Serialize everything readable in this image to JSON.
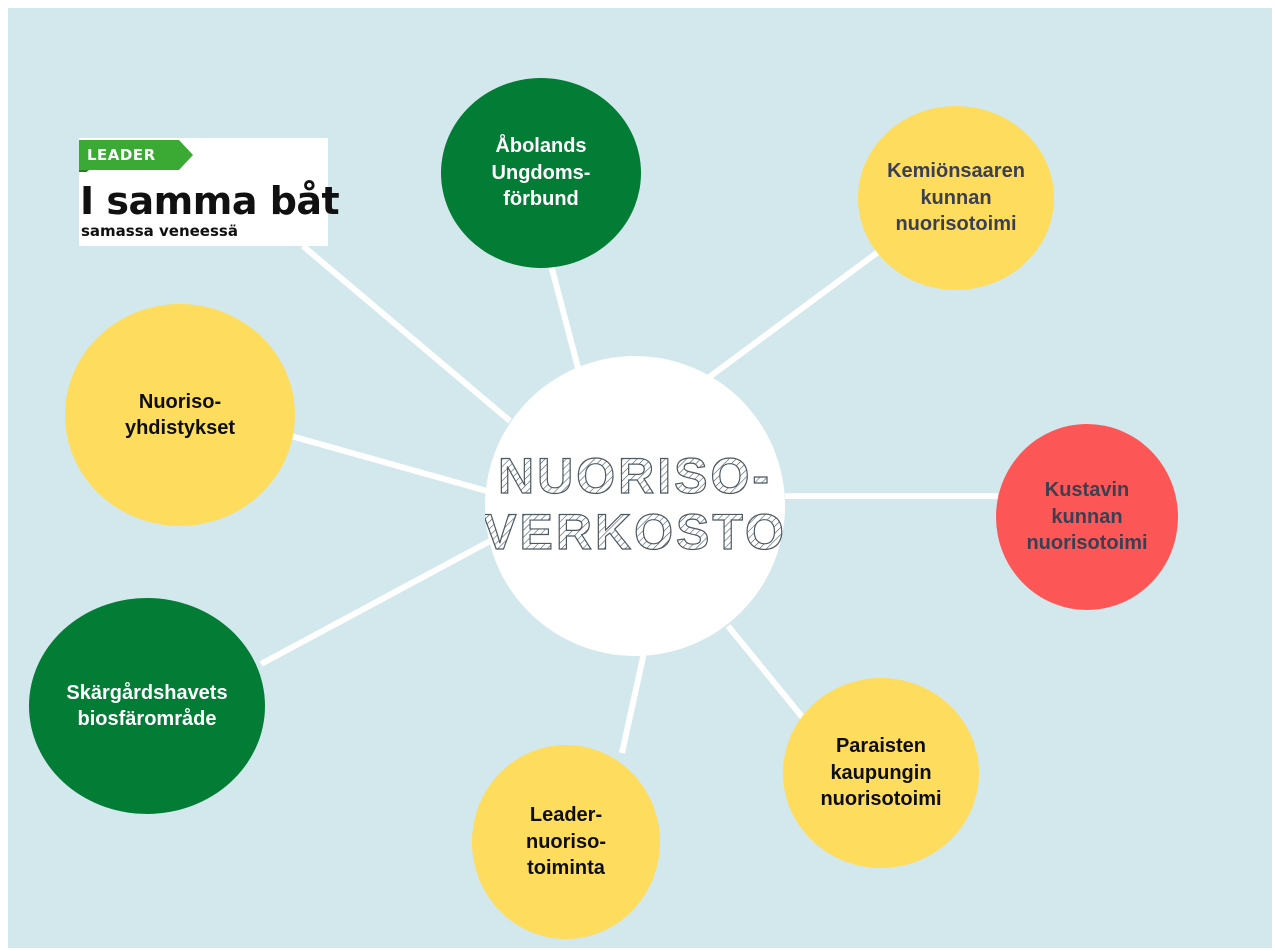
{
  "center": {
    "line1": "NUORISO-",
    "line2": "VERKOSTO"
  },
  "logo": {
    "tag": "LEADER",
    "title": "I samma båt",
    "subtitle": "samassa veneessä"
  },
  "nodes": [
    {
      "id": "abolands",
      "label": "Åbolands\nUngdoms-\nförbund",
      "color": "#037c35",
      "shape": "circle"
    },
    {
      "id": "kemionsaari",
      "label": "Kemiönsaaren\nkunnan\nnuorisotoimi",
      "color": "#fddc5e",
      "shape": "circle"
    },
    {
      "id": "kustavi",
      "label": "Kustavin\nkunnan\nnuorisotoimi",
      "color": "#fc5756",
      "shape": "circle"
    },
    {
      "id": "parainen",
      "label": "Paraisten\nkaupungin\nnuorisotoimi",
      "color": "#fddc5e",
      "shape": "circle"
    },
    {
      "id": "leader-nuoriso",
      "label": "Leader-\nnuoriso-\ntoiminta",
      "color": "#fddc5e",
      "shape": "circle"
    },
    {
      "id": "skargard",
      "label": "Skärgårdshavets\nbiosfärområde",
      "color": "#037c35",
      "shape": "circle"
    },
    {
      "id": "yhdistykset",
      "label": "Nuoriso-\nyhdistykset",
      "color": "#fddc5e",
      "shape": "circle"
    }
  ],
  "colors": {
    "background": "#d2e8ec",
    "connector": "#ffffff",
    "green": "#037c35",
    "yellow": "#fddc5e",
    "red": "#fc5756",
    "logo_green": "#3aaa35"
  }
}
